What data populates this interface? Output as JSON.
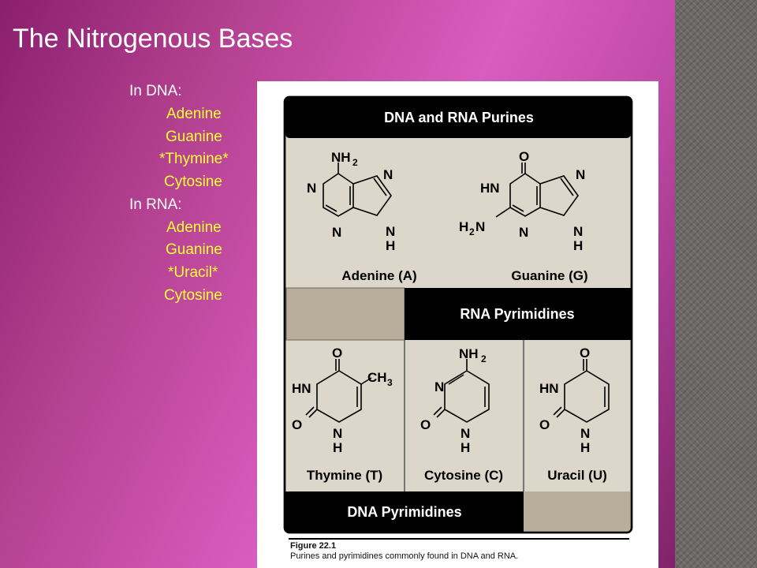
{
  "slide": {
    "title": "The Nitrogenous Bases",
    "dna_heading": "In DNA:",
    "dna_bases": [
      "Adenine",
      "Guanine",
      "*Thymine*",
      "Cytosine"
    ],
    "rna_heading": "In RNA:",
    "rna_bases": [
      "Adenine",
      "Guanine",
      "*Uracil*",
      "Cytosine"
    ]
  },
  "figure": {
    "purines_header": "DNA and RNA Purines",
    "rna_pyrimidines_header": "RNA Pyrimidines",
    "dna_pyrimidines_header": "DNA Pyrimidines",
    "labels": {
      "adenine": "Adenine (A)",
      "guanine": "Guanine (G)",
      "thymine": "Thymine (T)",
      "cytosine": "Cytosine (C)",
      "uracil": "Uracil (U)"
    },
    "caption_number": "Figure 22.1",
    "caption_text": "Purines and pyrimidines commonly found in DNA and RNA."
  },
  "colors": {
    "base_text": "#ffff33",
    "panel_bg": "#ddd6cb",
    "panel_tan": "#b9ae9c",
    "header_bg": "#000000"
  }
}
